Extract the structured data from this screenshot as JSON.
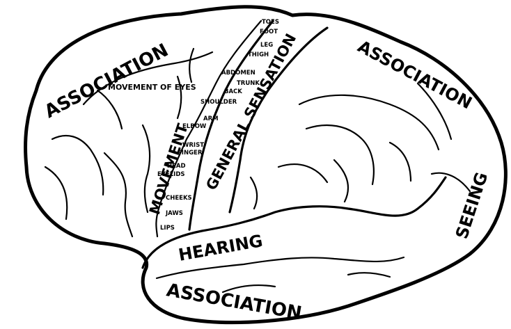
{
  "labels": {
    "association_frontal": "ASSOCIATION",
    "association_parietal": "ASSOCIATION",
    "association_temporal": "ASSOCIATION",
    "movement_of_eyes": "MOVEMENT OF EYES",
    "movement": "MOVEMENT",
    "general_sensation": "GENERAL SENSATION",
    "hearing": "HEARING",
    "seeing": "SEEING"
  },
  "body_parts": [
    "TOES",
    "FOOT",
    "LEG",
    "THIGH",
    "ABDOMEN",
    "TRUNK",
    "BACK",
    "SHOULDER",
    "ARM",
    "ELBOW",
    "WRIST",
    "FINGER",
    "HEAD",
    "EYELIDS",
    "CHEEKS",
    "JAWS",
    "LIPS"
  ]
}
